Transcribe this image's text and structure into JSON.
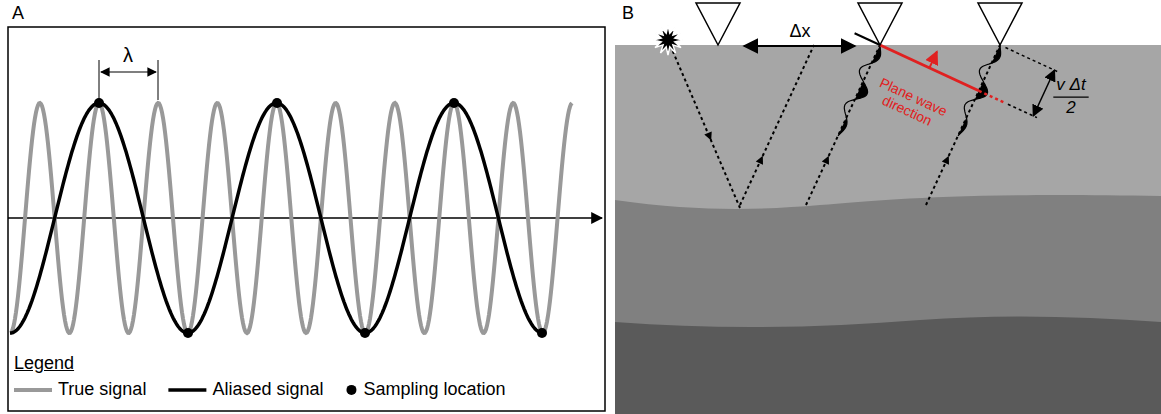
{
  "diagram": {
    "labels": [
      "A",
      "λ",
      "Legend",
      "B",
      "Δx",
      "Plane wave direction",
      "v Δt",
      "2"
    ],
    "legend": [
      {
        "text": "True signal"
      },
      {
        "text": "Aliased signal"
      },
      {
        "text": "Sampling location"
      }
    ]
  }
}
